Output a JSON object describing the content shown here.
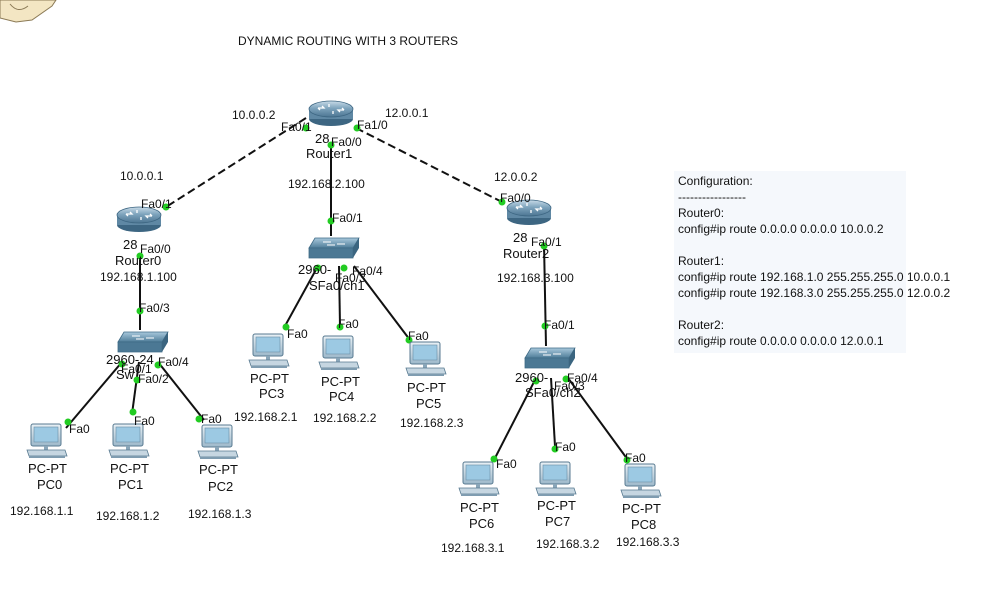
{
  "title": "DYNAMIC ROUTING WITH 3 ROUTERS",
  "routers": {
    "router0": {
      "model": "28",
      "name": "Router0",
      "lan_ip": "192.168.1.100",
      "wan_ip": "10.0.0.1",
      "port_lan": "Fa0/0",
      "port_wan": "Fa0/1"
    },
    "router1": {
      "model": "28",
      "name": "Router1",
      "lan_ip": "192.168.2.100",
      "left_ip": "10.0.0.2",
      "right_ip": "12.0.0.1",
      "port_left": "Fa0/1",
      "port_right": "Fa1/0",
      "port_lan": "Fa0/0"
    },
    "router2": {
      "model": "28",
      "name": "Router2",
      "lan_ip": "192.168.3.100",
      "wan_ip": "12.0.0.2",
      "port_wan": "Fa0/0",
      "port_lan": "Fa0/1"
    }
  },
  "switches": {
    "switch0": {
      "label": "2960-24",
      "name": "Sw",
      "port_up": "Fa0/3",
      "port_a": "Fa0/1",
      "port_b": "Fa0/2",
      "port_c": "Fa0/4"
    },
    "switch1": {
      "label": "2960-",
      "name": "SFa0/ch1",
      "port_up": "Fa0/1",
      "port_a": "Fa0/3",
      "port_c": "Fa0/4"
    },
    "switch2": {
      "label": "2960-",
      "name": "SFa0/ch2",
      "port_up": "Fa0/1",
      "port_a": "Fa0/3",
      "port_c": "Fa0/4"
    }
  },
  "pcs": [
    {
      "type": "PC-PT",
      "name": "PC0",
      "ip": "192.168.1.1",
      "port": "Fa0"
    },
    {
      "type": "PC-PT",
      "name": "PC1",
      "ip": "192.168.1.2",
      "port": "Fa0"
    },
    {
      "type": "PC-PT",
      "name": "PC2",
      "ip": "192.168.1.3",
      "port": "Fa0"
    },
    {
      "type": "PC-PT",
      "name": "PC3",
      "ip": "192.168.2.1",
      "port": "Fa0"
    },
    {
      "type": "PC-PT",
      "name": "PC4",
      "ip": "192.168.2.2",
      "port": "Fa0"
    },
    {
      "type": "PC-PT",
      "name": "PC5",
      "ip": "192.168.2.3",
      "port": "Fa0"
    },
    {
      "type": "PC-PT",
      "name": "PC6",
      "ip": "192.168.3.1",
      "port": "Fa0"
    },
    {
      "type": "PC-PT",
      "name": "PC7",
      "ip": "192.168.3.2",
      "port": "Fa0"
    },
    {
      "type": "PC-PT",
      "name": "PC8",
      "ip": "192.168.3.3",
      "port": "Fa0"
    }
  ],
  "configuration": {
    "heading": "Configuration:",
    "divider": "-----------------",
    "router0_label": "Router0:",
    "router0_cmd": "config#ip route 0.0.0.0 0.0.0.0 10.0.0.2",
    "router1_label": "Router1:",
    "router1_cmd1": "config#ip route 192.168.1.0 255.255.255.0 10.0.0.1",
    "router1_cmd2": "config#ip route 192.168.3.0 255.255.255.0 12.0.0.2",
    "router2_label": "Router2:",
    "router2_cmd": "config#ip route 0.0.0.0 0.0.0.0 12.0.0.1"
  },
  "colors": {
    "link": "#111111",
    "port_dot": "#22cc22",
    "router_body": "#6f93ad",
    "switch_body": "#6f9bb5",
    "pc_screen": "#9cc9e3"
  }
}
